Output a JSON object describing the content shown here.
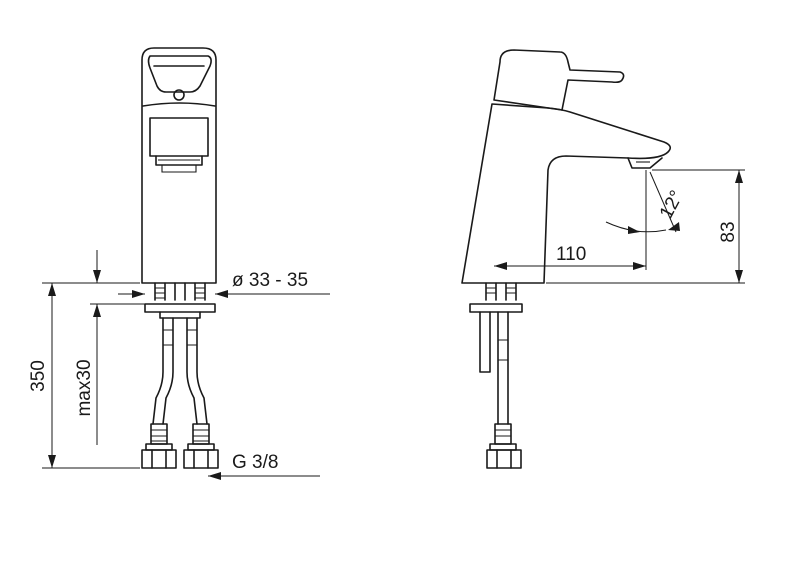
{
  "dimensions": {
    "height_total": "350",
    "max_thickness": "max30",
    "hole_diameter": "ø 33 - 35",
    "connection": "G 3/8",
    "spout_reach": "110",
    "spout_height": "83",
    "spout_angle": "12°"
  },
  "colors": {
    "line": "#1a1a1a",
    "background": "#ffffff"
  }
}
